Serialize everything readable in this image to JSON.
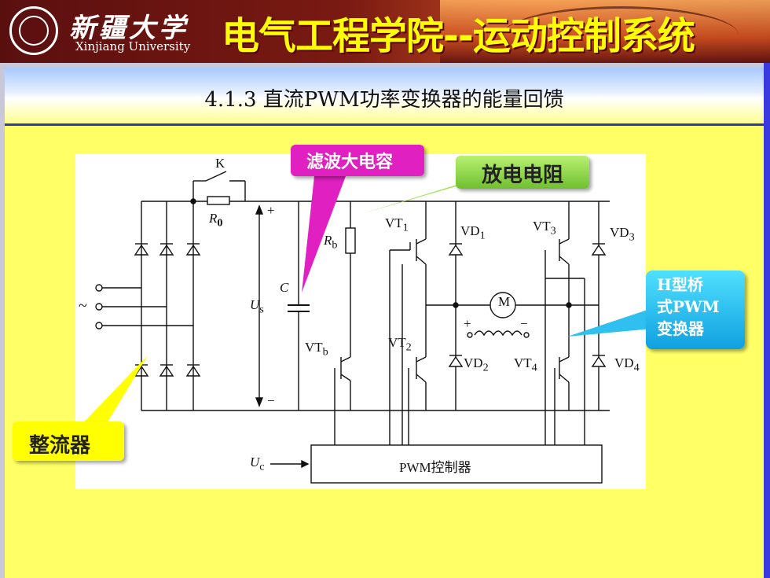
{
  "header": {
    "university_cn": "新疆大学",
    "university_en": "Xinjiang University",
    "department": "电气工程学院--运动控制系统"
  },
  "slide": {
    "title": "4.1.3 直流PWM功率变换器的能量回馈"
  },
  "callouts": {
    "filter_cap": "滤波大电容",
    "discharge_resistor": "放电电阻",
    "h_bridge": "H型桥\n式PWM\n变换器",
    "rectifier": "整流器"
  },
  "circuit": {
    "switch": "K",
    "r0": "R",
    "r0_sub": "0",
    "rb": "R",
    "rb_sub": "b",
    "cap": "C",
    "us": "U",
    "us_sub": "s",
    "plus": "+",
    "minus": "−",
    "ac": "~",
    "vt1": "VT",
    "vt1_sub": "1",
    "vt2": "VT",
    "vt2_sub": "2",
    "vt3": "VT",
    "vt3_sub": "3",
    "vt4": "VT",
    "vt4_sub": "4",
    "vtb": "VT",
    "vtb_sub": "b",
    "vd1": "VD",
    "vd1_sub": "1",
    "vd2": "VD",
    "vd2_sub": "2",
    "vd3": "VD",
    "vd3_sub": "3",
    "vd4": "VD",
    "vd4_sub": "4",
    "motor": "M",
    "field_plus": "+",
    "field_minus": "−",
    "uc": "U",
    "uc_sub": "c",
    "pwm_controller": "PWM控制器"
  },
  "colors": {
    "background": "#ffff66",
    "filter_callout": "#e020c0",
    "resistor_callout": "#70c030",
    "hbridge_callout": "#10a0e0",
    "rectifier_callout": "#ffff00",
    "department_text": "#ffff00"
  }
}
